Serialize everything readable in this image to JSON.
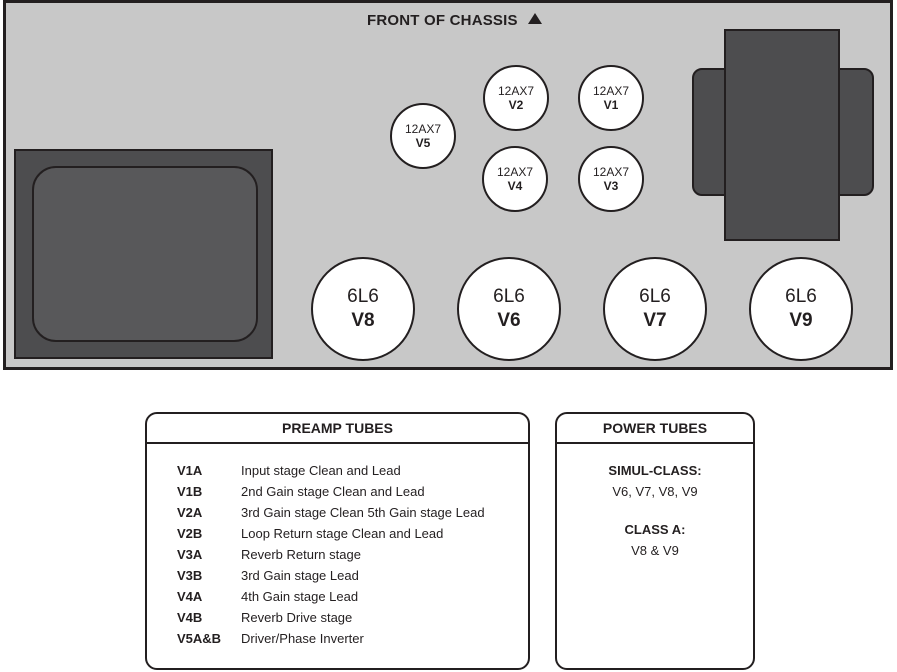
{
  "front_label": "FRONT OF CHASSIS",
  "preamp_tubes": [
    {
      "id": "V1",
      "type": "12AX7"
    },
    {
      "id": "V2",
      "type": "12AX7"
    },
    {
      "id": "V3",
      "type": "12AX7"
    },
    {
      "id": "V4",
      "type": "12AX7"
    },
    {
      "id": "V5",
      "type": "12AX7"
    }
  ],
  "power_tubes": [
    {
      "id": "V8",
      "type": "6L6"
    },
    {
      "id": "V6",
      "type": "6L6"
    },
    {
      "id": "V7",
      "type": "6L6"
    },
    {
      "id": "V9",
      "type": "6L6"
    }
  ],
  "preamp_table": {
    "title": "PREAMP TUBES",
    "rows": [
      {
        "id": "V1A",
        "desc": "Input stage Clean and Lead"
      },
      {
        "id": "V1B",
        "desc": "2nd Gain stage Clean and Lead"
      },
      {
        "id": "V2A",
        "desc": "3rd Gain stage Clean 5th Gain stage Lead"
      },
      {
        "id": "V2B",
        "desc": "Loop Return stage Clean and Lead"
      },
      {
        "id": "V3A",
        "desc": "Reverb Return stage"
      },
      {
        "id": "V3B",
        "desc": "3rd Gain stage Lead"
      },
      {
        "id": "V4A",
        "desc": "4th Gain stage Lead"
      },
      {
        "id": "V4B",
        "desc": "Reverb Drive stage"
      },
      {
        "id": "V5A&B",
        "desc": "Driver/Phase Inverter"
      }
    ]
  },
  "power_table": {
    "title": "POWER TUBES",
    "simul_label": "SIMUL-CLASS:",
    "simul_tubes": "V6, V7, V8, V9",
    "classa_label": "CLASS A:",
    "classa_tubes": "V8 & V9"
  }
}
